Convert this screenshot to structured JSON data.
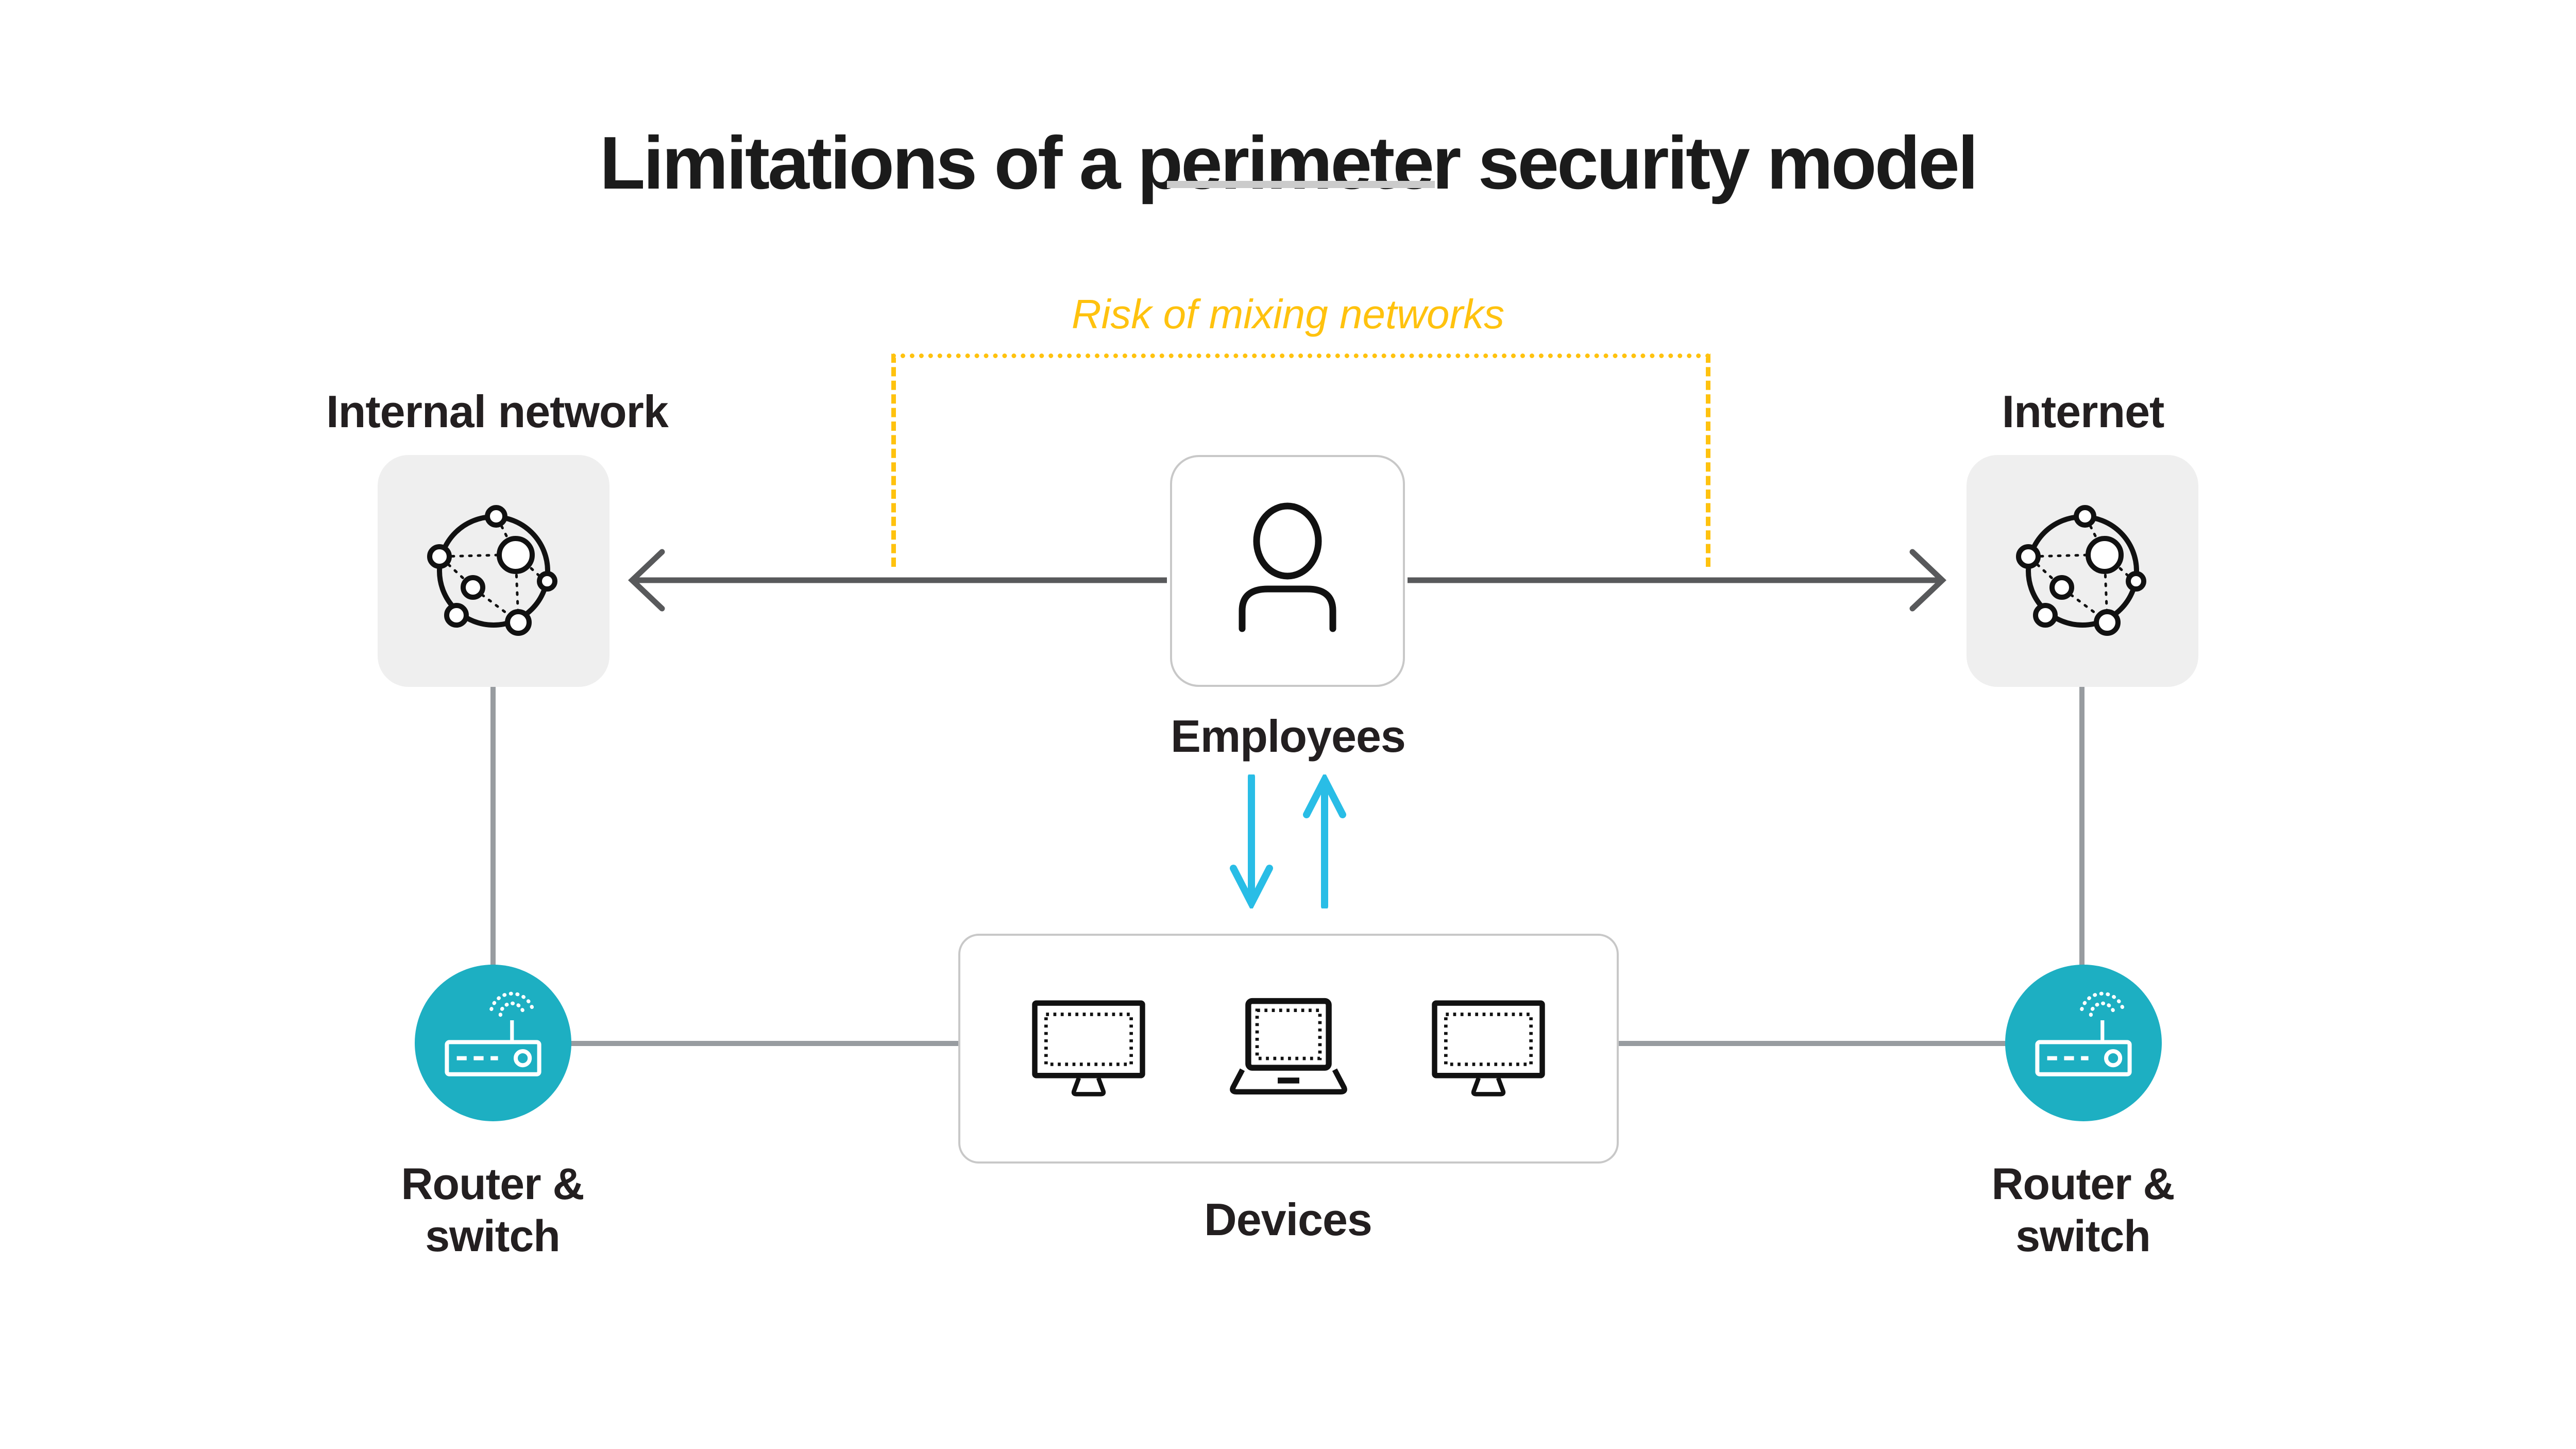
{
  "title": "Limitations of a perimeter security model",
  "annotations": {
    "risk": "Risk of mixing networks"
  },
  "nodes": {
    "internal_network": {
      "label": "Internal network",
      "icon": "network-icon"
    },
    "internet": {
      "label": "Internet",
      "icon": "network-icon"
    },
    "employees": {
      "label": "Employees",
      "icon": "person-icon"
    },
    "devices": {
      "label": "Devices",
      "icons": [
        "monitor-icon",
        "laptop-icon",
        "monitor-icon"
      ]
    },
    "router_switch_left": {
      "label": "Router & switch",
      "icon": "router-icon"
    },
    "router_switch_right": {
      "label": "Router & switch",
      "icon": "router-icon"
    }
  },
  "connections": {
    "employees_to_internal_network": "gray-arrow-left",
    "employees_to_internet": "gray-arrow-right",
    "employees_to_devices": "cyan-arrow-down",
    "devices_to_employees": "cyan-arrow-up",
    "risk_bracket": "dotted-yellow-bracket"
  },
  "colors": {
    "accent_yellow": "#FFC20E",
    "accent_teal": "#1DAFC2",
    "accent_cyan": "#29BDE6",
    "arrow_gray": "#58595B",
    "connector_gray": "#989CA0",
    "icon_box_gray": "#EFEFEF",
    "box_border_gray": "#C8C8C8",
    "text_black": "#231F20",
    "underline_gray": "#CBCBCB"
  }
}
